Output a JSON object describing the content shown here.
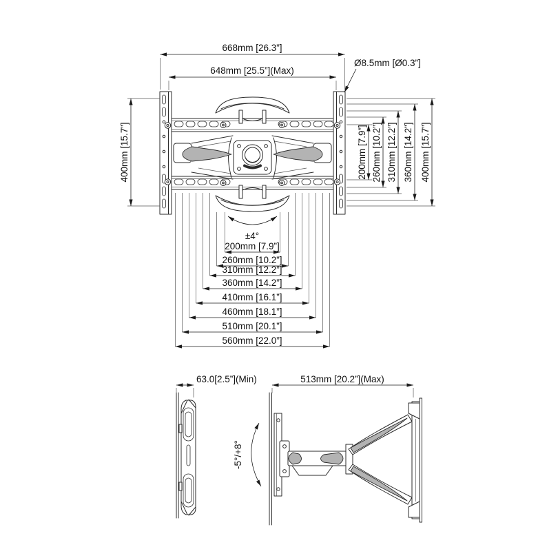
{
  "front_view": {
    "overall_width": "668mm [26.3”]",
    "max_width": "648mm [25.5”](Max)",
    "hole_diameter": "Ø8.5mm [Ø0.3”]",
    "height_left": "400mm [15.7”]",
    "vesa_heights": [
      "200mm [7.9”]",
      "260mm [10.2”]",
      "310mm [12.2”]",
      "360mm [14.2”]",
      "400mm [15.7”]"
    ],
    "swivel_angle": "±4°",
    "vesa_widths": [
      "200mm [7.9”]",
      "260mm [10.2”]",
      "310mm [12.2”]",
      "360mm [14.2”]",
      "410mm [16.1”]",
      "460mm [18.1”]",
      "510mm [20.1”]",
      "560mm [22.0”]"
    ]
  },
  "side_view_folded": {
    "depth_min": "63.0[2.5”](Min)"
  },
  "side_view_extended": {
    "extension_max": "513mm [20.2”](Max)",
    "tilt_angle": "-5°/+8°"
  },
  "colors": {
    "line": "#2b2b2b",
    "shade": "#b3b3b3",
    "dimension": "#1a1a1a",
    "background": "#ffffff"
  }
}
